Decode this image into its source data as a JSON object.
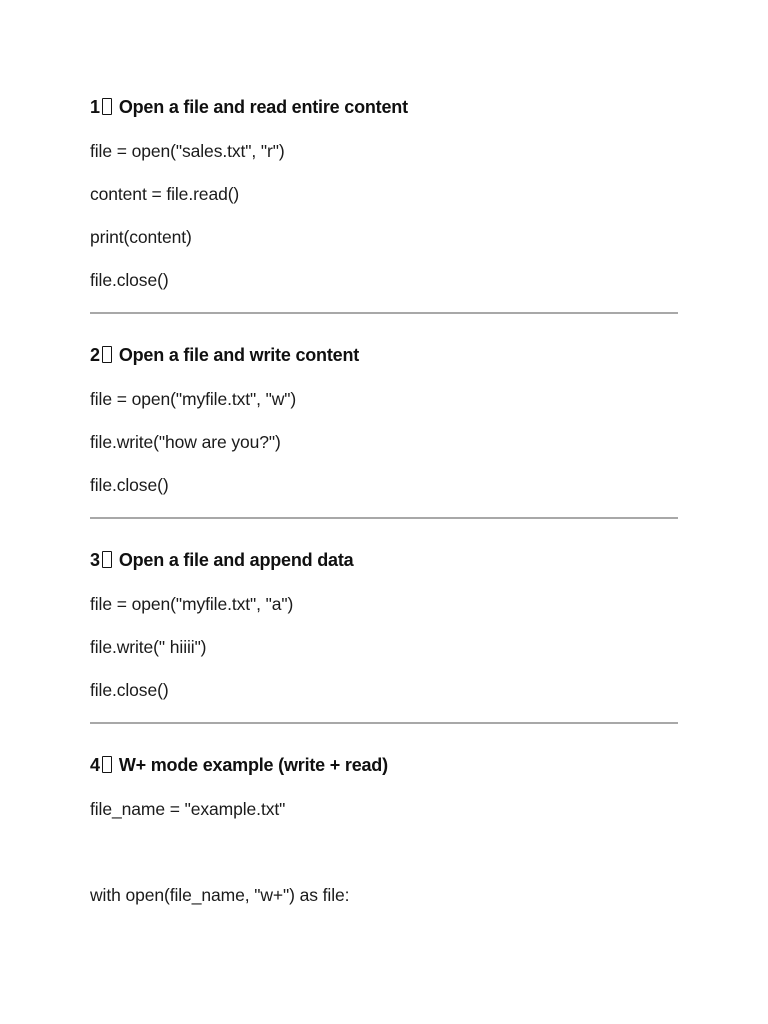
{
  "page": {
    "background_color": "#ffffff",
    "text_color": "#1b1b1b",
    "heading_color": "#101010",
    "divider_color": "#a8a8a8",
    "keycap_icon": "missing-glyph-box"
  },
  "sections": [
    {
      "heading": {
        "num": "1",
        "title": "Open a file and read entire content"
      },
      "lines": [
        "file = open(\"sales.txt\", \"r\")",
        "content = file.read()",
        "print(content)",
        "file.close()"
      ],
      "divider": true
    },
    {
      "heading": {
        "num": "2",
        "title": "Open a file and write content"
      },
      "lines": [
        "file = open(\"myfile.txt\", \"w\")",
        "file.write(\"how are you?\")",
        "file.close()"
      ],
      "divider": true
    },
    {
      "heading": {
        "num": "3",
        "title": "Open a file and append data"
      },
      "lines": [
        "file = open(\"myfile.txt\", \"a\")",
        "file.write(\" hiiii\")",
        "file.close()"
      ],
      "divider": true
    },
    {
      "heading": {
        "num": "4",
        "title": "W+ mode example (write + read)"
      },
      "lines": [
        "file_name = \"example.txt\"",
        "",
        "with open(file_name, \"w+\") as file:"
      ],
      "divider": false
    }
  ]
}
